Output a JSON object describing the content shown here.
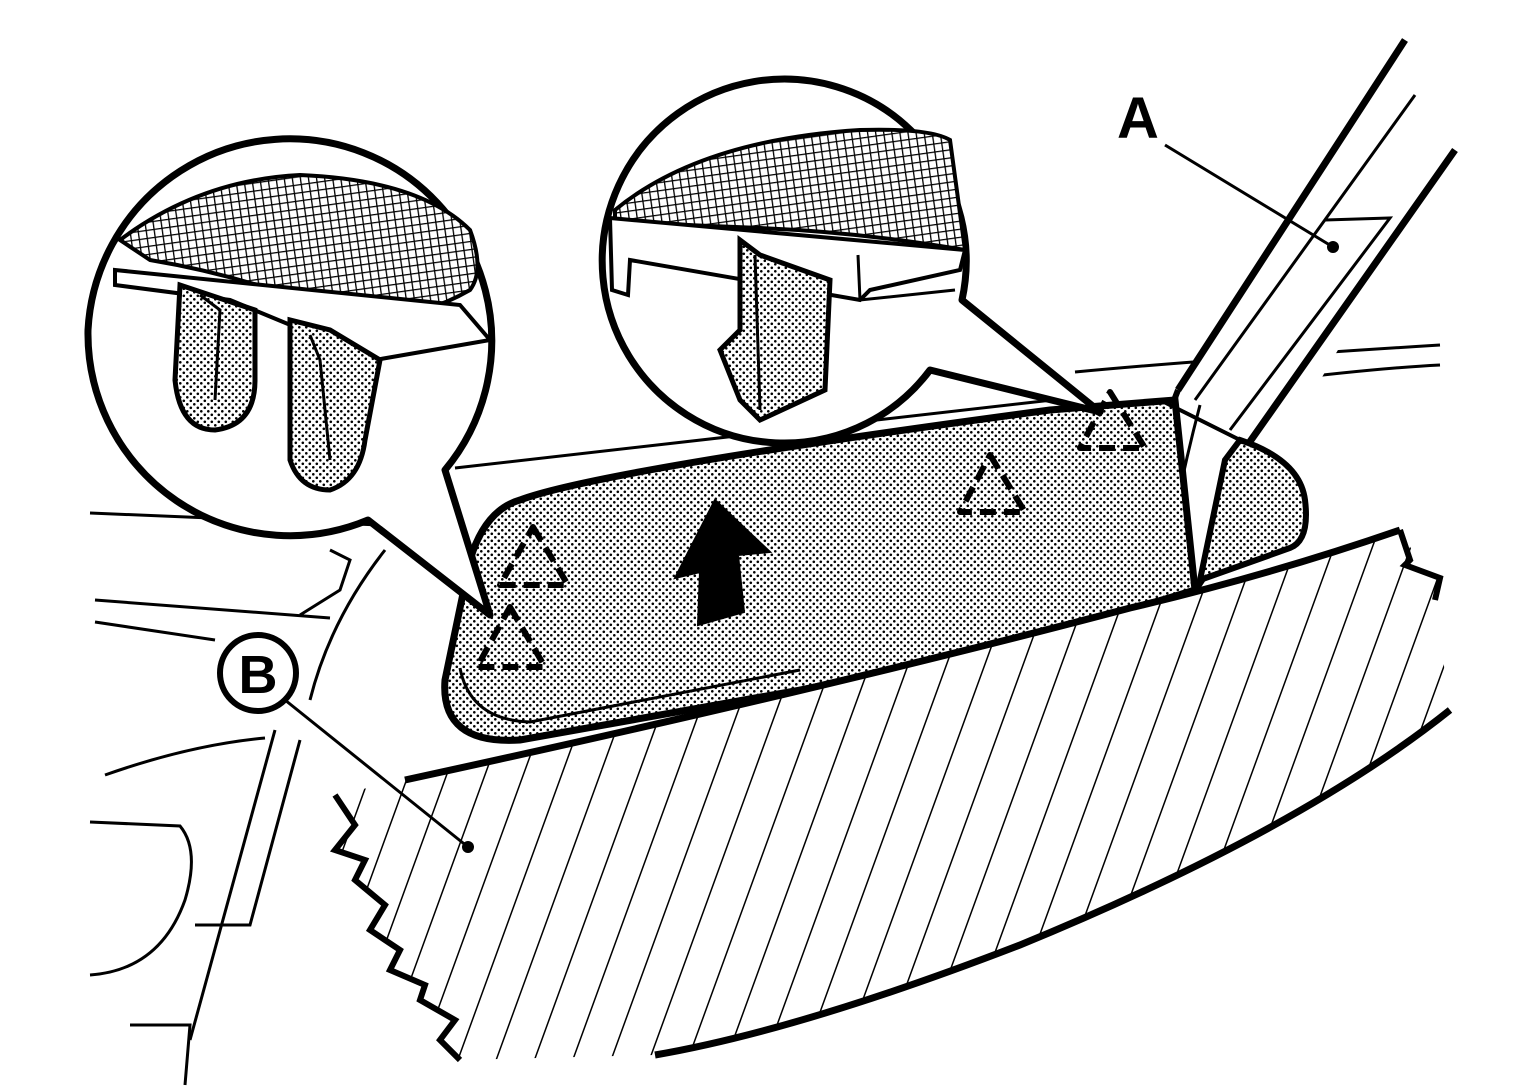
{
  "labels": {
    "a": "A",
    "b": "B"
  },
  "colors": {
    "ink": "#000000",
    "paper": "#ffffff"
  },
  "icons": {
    "clip": "dashed-triangle-clip-marker",
    "direction": "upward-arrow"
  }
}
